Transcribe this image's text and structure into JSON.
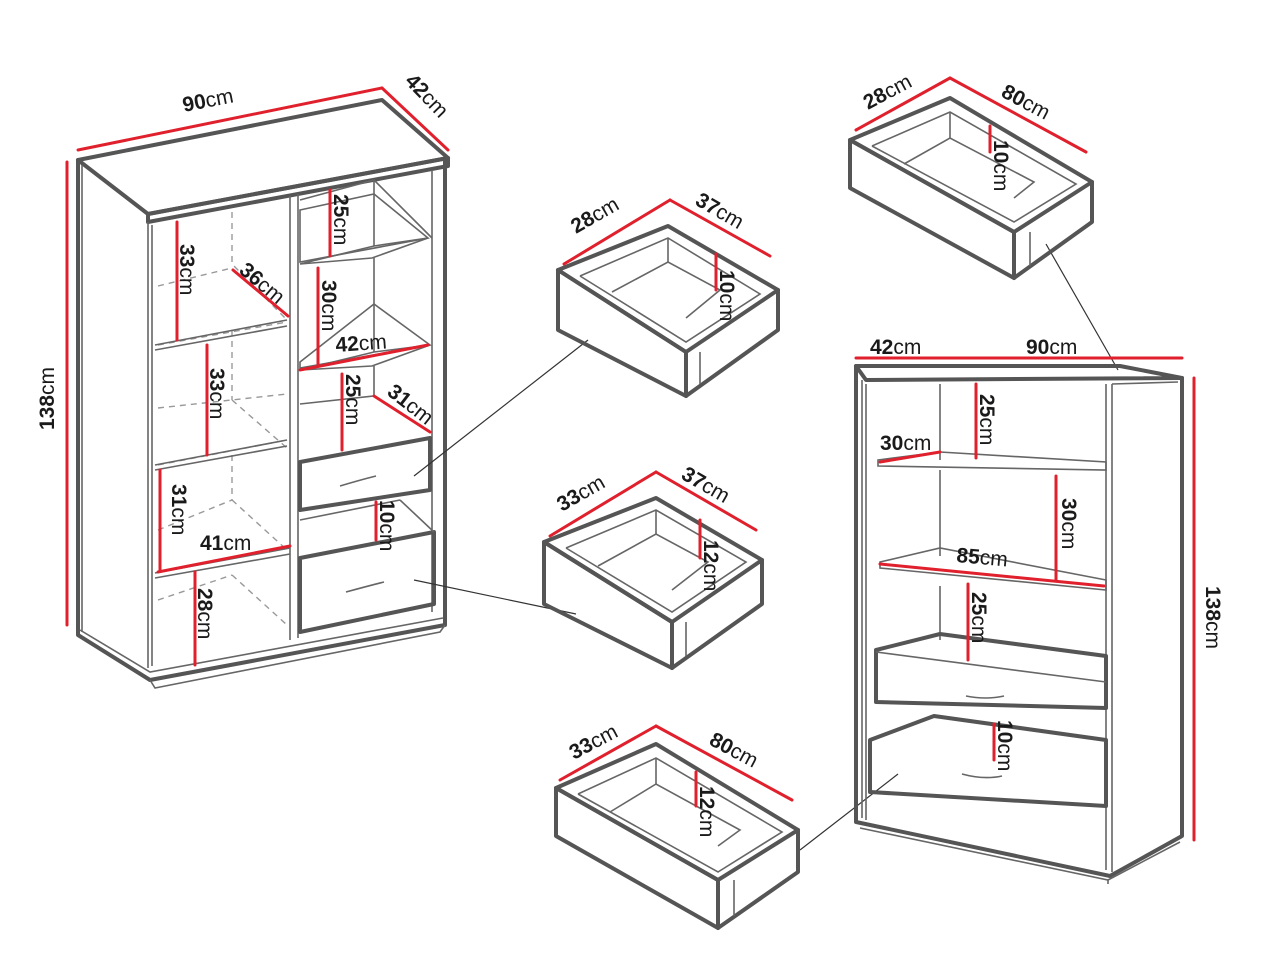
{
  "cabinet_left": {
    "width": "90",
    "depth": "42",
    "height": "138",
    "upper_left": "33",
    "upper_left_depth": "36",
    "middle_left": "33",
    "lower_left": "31",
    "lower_left_width": "41",
    "bottom_left": "28",
    "right_top": "25",
    "right_mid": "30",
    "right_mid_width": "42",
    "right_low": "25",
    "right_low_depth": "31",
    "right_drawer_gap": "10"
  },
  "cabinet_right": {
    "depth": "42",
    "width": "90",
    "height": "138",
    "top_shelf": "25",
    "top_shelf_depth": "30",
    "mid_shelf": "30",
    "mid_shelf_width": "85",
    "low_shelf": "25",
    "drawer_gap": "10"
  },
  "drawer_1": {
    "depth": "28",
    "width": "37",
    "height": "10"
  },
  "drawer_2": {
    "depth": "33",
    "width": "37",
    "height": "12"
  },
  "drawer_3": {
    "depth": "33",
    "width": "80",
    "height": "12"
  },
  "drawer_4": {
    "depth": "28",
    "width": "80",
    "height": "10"
  },
  "unit": "cm",
  "colors": {
    "dimension_line": "#e0202c",
    "outline": "#555555"
  }
}
